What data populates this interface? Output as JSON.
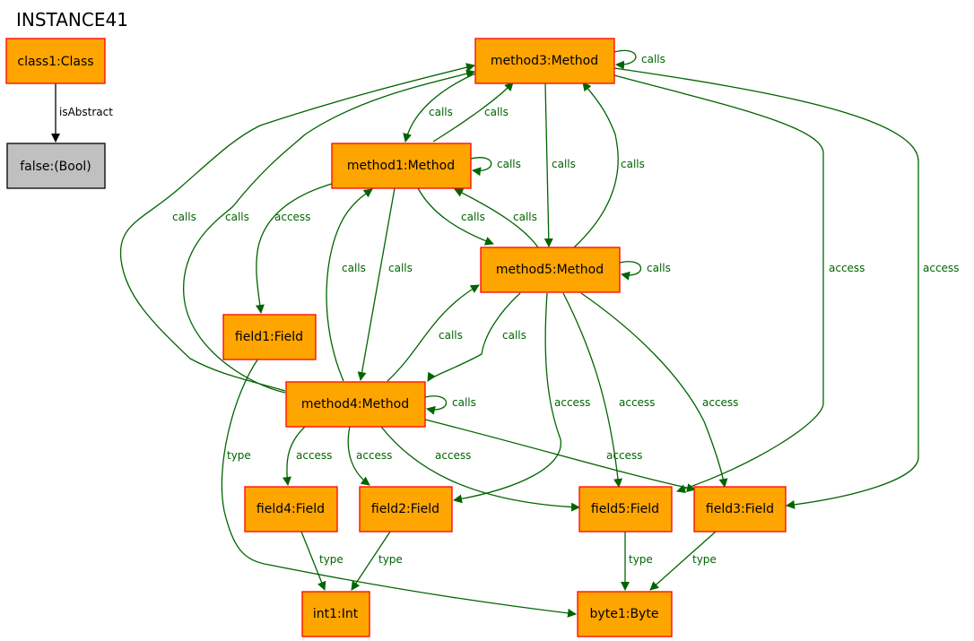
{
  "title": "INSTANCE41",
  "colors": {
    "node_fill": "#ffa500",
    "node_stroke": "#ff0000",
    "bool_fill": "#c0c0c0",
    "bool_stroke": "#000000",
    "edge_green": "#006400",
    "edge_black": "#000000"
  },
  "nodes": {
    "class1": "class1:Class",
    "false": "false:(Bool)",
    "method3": "method3:Method",
    "method1": "method1:Method",
    "method5": "method5:Method",
    "method4": "method4:Method",
    "field1": "field1:Field",
    "field4": "field4:Field",
    "field2": "field2:Field",
    "field5": "field5:Field",
    "field3": "field3:Field",
    "int1": "int1:Int",
    "byte1": "byte1:Byte"
  },
  "edge_labels": {
    "isAbstract": "isAbstract",
    "calls": "calls",
    "access": "access",
    "type": "type"
  }
}
